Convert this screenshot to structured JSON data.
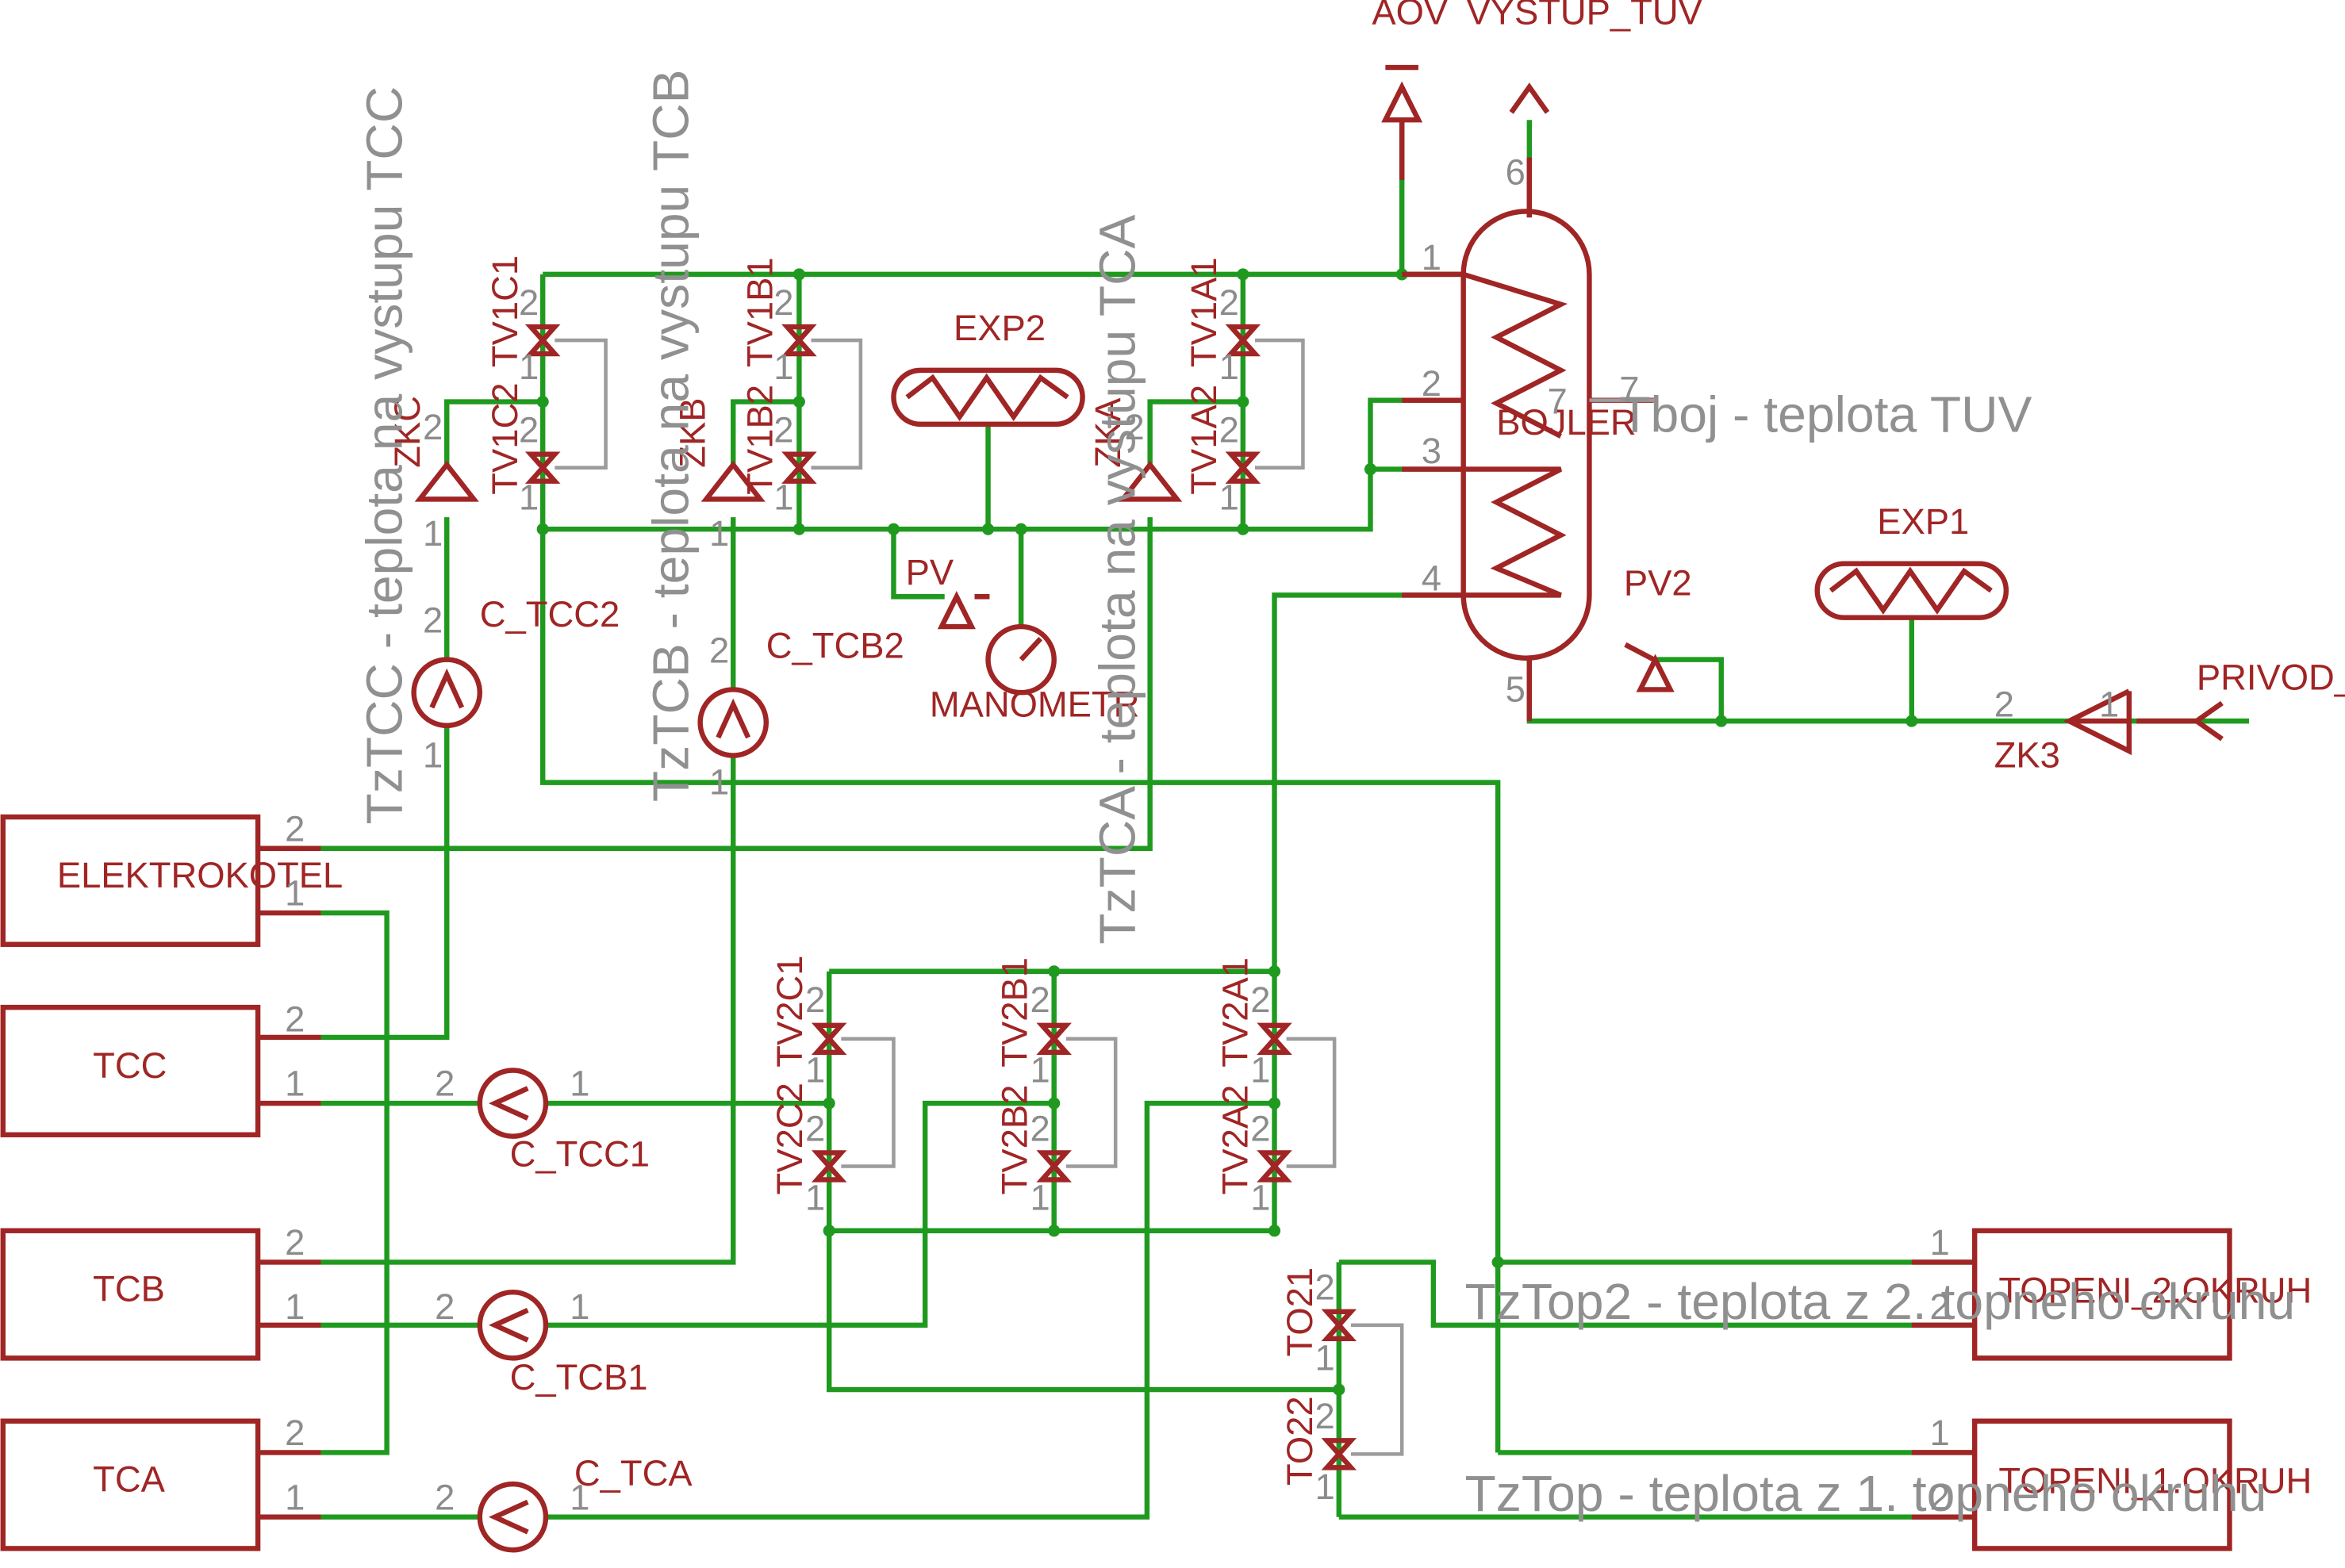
{
  "title": "",
  "labels": {
    "aov": "AOV",
    "vystup_tuv": "VYSTUP_TUV",
    "privod_suv": "PRIVOD_SUV",
    "zk3": "ZK3",
    "exp1": "EXP1",
    "exp2": "EXP2",
    "bojler": "BOJLER",
    "pv": "PV",
    "pv2": "PV2",
    "manometr": "MANOMETR",
    "zkc": "ZKC",
    "zkb": "ZKB",
    "zka": "ZKA",
    "tv1c1": "TV1C1",
    "tv1c2": "TV1C2",
    "tv1b1": "TV1B1",
    "tv1b2": "TV1B2",
    "tv1a1": "TV1A1",
    "tv1a2": "TV1A2",
    "tv2c1": "TV2C1",
    "tv2c2": "TV2C2",
    "tv2b1": "TV2B1",
    "tv2b2": "TV2B2",
    "tv2a1": "TV2A1",
    "tv2a2": "TV2A2",
    "to21": "TO21",
    "to22": "TO22",
    "c_tcc2": "C_TCC2",
    "c_tcb2": "C_TCB2",
    "c_tcc1": "C_TCC1",
    "c_tcb1": "C_TCB1",
    "c_tca": "C_TCA",
    "elektrokotel": "ELEKTROKOTEL",
    "tcc": "TCC",
    "tcb": "TCB",
    "tca": "TCA",
    "topeni2": "TOPENI_2.OKRUH",
    "topeni1": "TOPENI_1.OKRUH"
  },
  "annotations": {
    "tboj": "Tboj - teplota TUV",
    "tztcc": "TzTCC - teplota na vystupu TCC",
    "tztcb": "TzTCB - teplota na vystupu TCB",
    "tztca": "TzTCA - teplota na vystupu TCA",
    "tztop2": "TzTop2 - teplota z 2. topneho okruhu",
    "tztop": "TzTop - teplota z 1. topneho okruhu"
  },
  "pins": {
    "one": "1",
    "two": "2",
    "three": "3",
    "four": "4",
    "five": "5",
    "six": "6",
    "seven": "7"
  },
  "colors": {
    "wire": "#1f9a1f",
    "symbol": "#a02525",
    "pin": "#8c8c8c",
    "annotation": "#909090"
  }
}
